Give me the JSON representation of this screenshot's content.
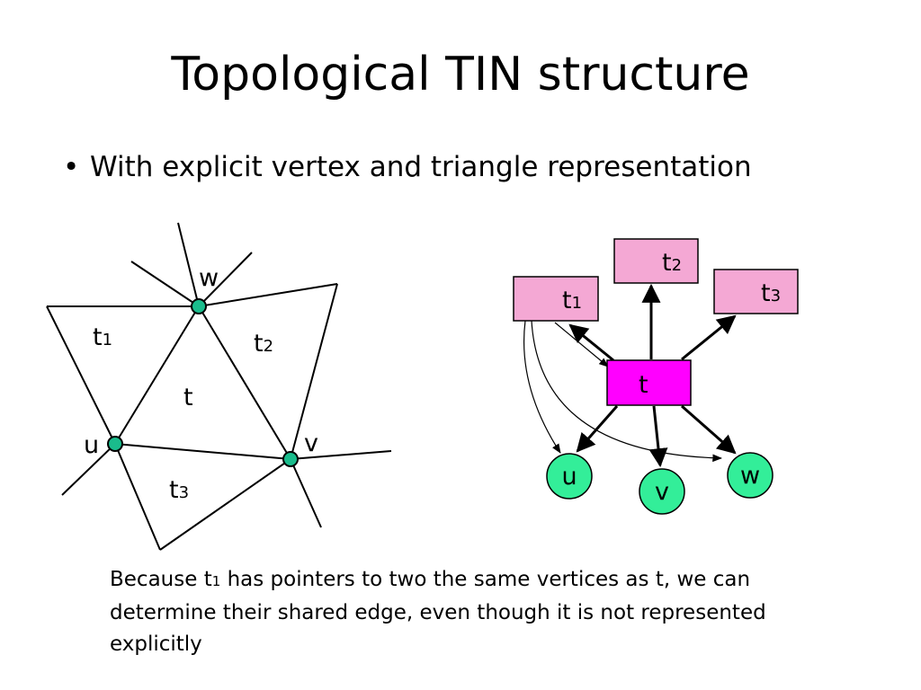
{
  "title": "Topological TIN structure",
  "bullet": "With explicit vertex and triangle representation",
  "left_diagram": {
    "vertex_labels": {
      "w": "w",
      "u": "u",
      "v": "v"
    },
    "triangle_labels": {
      "t1": {
        "base": "t",
        "sub": "1"
      },
      "t2": {
        "base": "t",
        "sub": "2"
      },
      "t": "t",
      "t3": {
        "base": "t",
        "sub": "3"
      }
    }
  },
  "right_diagram": {
    "boxes": {
      "t1": {
        "base": "t",
        "sub": "1"
      },
      "t2": {
        "base": "t",
        "sub": "2"
      },
      "t3": {
        "base": "t",
        "sub": "3"
      },
      "t": "t"
    },
    "nodes": {
      "u": "u",
      "v": "v",
      "w": "w"
    }
  },
  "caption": {
    "pre": "Because  t",
    "sub": "1",
    "post": " has pointers to two the same vertices as t, we can determine their shared edge, even though it is not represented explicitly"
  },
  "colors": {
    "vertex_fill": "#1ABC8C",
    "triangle_box_fill": "#F4A8D4",
    "center_box_fill": "#FF00FF",
    "node_fill": "#33EE99"
  }
}
